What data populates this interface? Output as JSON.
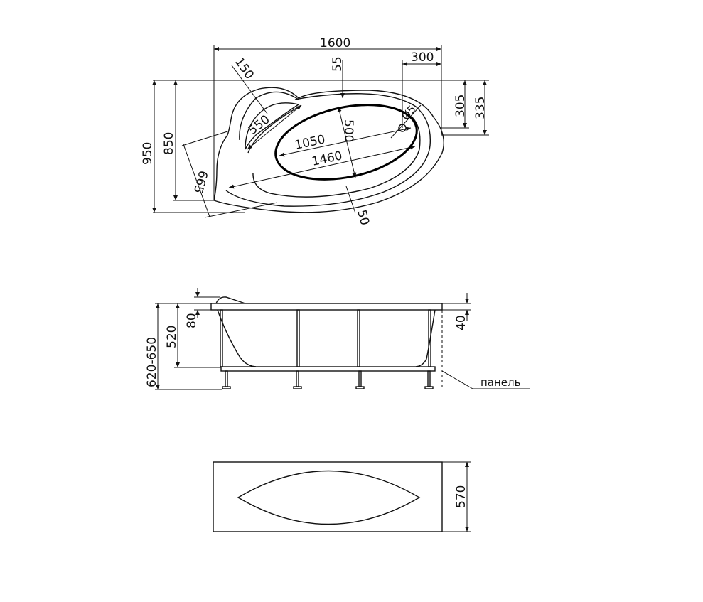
{
  "top_view": {
    "dims": {
      "overall_length": "1600",
      "drain_offset": "300",
      "overall_width": "950",
      "side_width": "850",
      "headrest_radius": "150",
      "rim_top": "55",
      "headrest_length": "550",
      "inner_width": "500",
      "inner_length": "1050",
      "bowl_length": "1460",
      "drain_diameter": "Ø5",
      "right_depth_inner": "305",
      "right_depth_outer": "335",
      "diagonal": "665",
      "rim_bottom": "50"
    }
  },
  "side_view": {
    "dims": {
      "total_height": "620-650",
      "bath_depth": "520",
      "headrest_rise": "80",
      "rim_thickness": "40"
    },
    "panel_label": "панель"
  },
  "panel_view": {
    "dims": {
      "panel_height": "570"
    }
  }
}
